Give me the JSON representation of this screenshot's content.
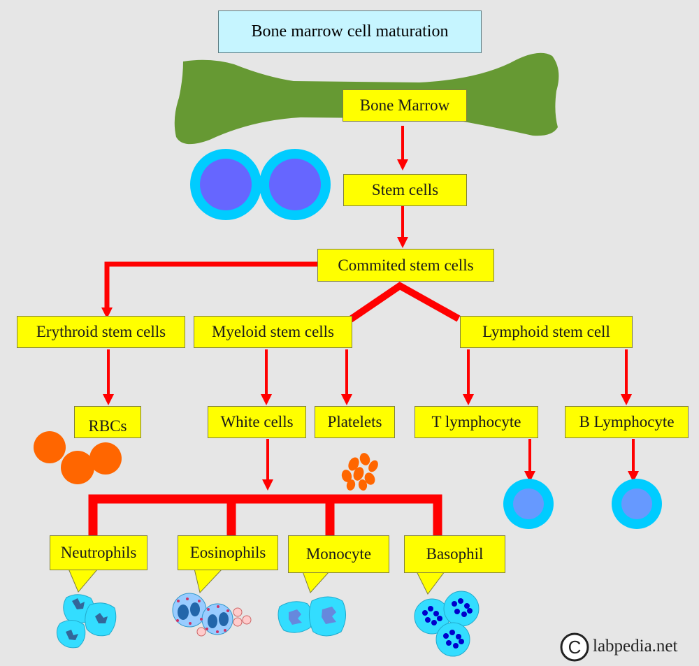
{
  "title": "Bone marrow cell maturation",
  "nodes": {
    "bone_marrow": "Bone Marrow",
    "stem_cells": "Stem cells",
    "committed": "Commited stem cells",
    "erythroid": "Erythroid stem cells",
    "myeloid": "Myeloid stem cells",
    "lymphoid": "Lymphoid stem cell",
    "rbcs": "RBCs",
    "white_cells": "White cells",
    "platelets": "Platelets",
    "t_lymphocyte": "T lymphocyte",
    "b_lymphocyte": "B Lymphocyte",
    "neutrophils": "Neutrophils",
    "eosinophils": "Eosinophils",
    "monocyte": "Monocyte",
    "basophil": "Basophil"
  },
  "credit": "labpedia.net",
  "colors": {
    "background": "#e6e6e6",
    "box": "#ffff00",
    "title_box": "#c6f5ff",
    "arrow": "#ff0000",
    "bone": "#669933",
    "cell_outer": "#00ccff",
    "cell_inner": "#6666ff",
    "rbc": "#ff6600"
  }
}
